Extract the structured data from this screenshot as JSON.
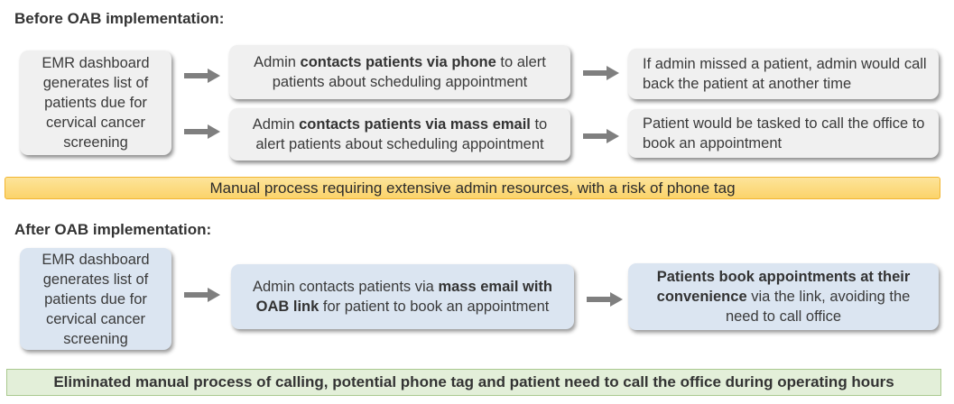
{
  "before": {
    "heading": "Before OAB implementation:",
    "source_box": "EMR dashboard generates list of patients due for cervical cancer screening",
    "phone_box": {
      "pre": "Admin ",
      "bold": "contacts patients via phone",
      "post": " to alert patients about scheduling appointment"
    },
    "email_box": {
      "pre": "Admin ",
      "bold": "contacts patients via mass email",
      "post": " to alert patients about scheduling appointment"
    },
    "phone_outcome": "If admin missed a patient, admin would call back the patient at another time",
    "email_outcome": "Patient would be tasked to call the office to book an appointment",
    "banner": "Manual process requiring extensive admin resources, with a risk of phone tag"
  },
  "after": {
    "heading": "After OAB implementation:",
    "source_box": "EMR dashboard generates list of patients due for cervical cancer screening",
    "email_box": {
      "pre": "Admin contacts patients via ",
      "bold": "mass email with OAB link",
      "post": " for patient to book an appointment"
    },
    "outcome_box": {
      "bold": "Patients book appointments at their convenience",
      "post": " via the link, avoiding the need to call office"
    },
    "banner": "Eliminated manual process of calling, potential phone tag and patient need to call the office during operating hours"
  },
  "colors": {
    "gray_box": "#f0f0f0",
    "blue_box": "#dbe5f1",
    "arrow": "#7f7f7f",
    "orange_banner": "#fbd36a",
    "green_banner": "#e3efd9"
  }
}
